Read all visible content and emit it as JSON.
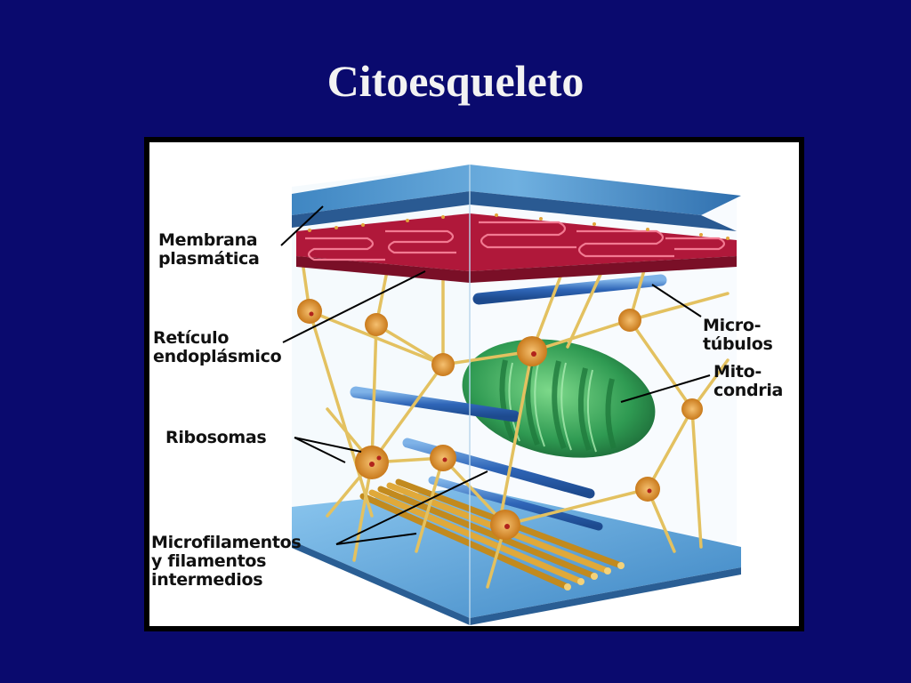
{
  "title": "Citoesqueleto",
  "labels": {
    "membrana": "Membrana\nplasmática",
    "reticulo": "Retículo\nendoplásmico",
    "ribosomas": "Ribosomas",
    "microfilamentos": "Microfilamentos\ny filamentos\nintermedios",
    "microtubulos": "Micro-\ntúbulos",
    "mitocondria": "Mito-\ncondria"
  },
  "colors": {
    "background": "#0a0a6e",
    "membrane_blue": "#4a93cc",
    "reticulum_red": "#b0183a",
    "microtubule_blue": "#3a78c4",
    "mitochondria_green": "#3aa25a",
    "cytoskeleton_yellow": "#e8c45a"
  }
}
